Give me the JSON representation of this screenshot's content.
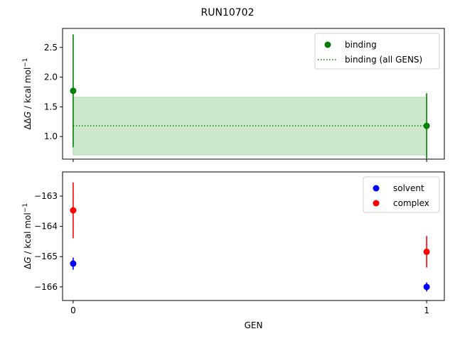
{
  "figure": {
    "title": "RUN10702"
  },
  "chart_data": [
    {
      "type": "scatter",
      "panel": "top",
      "ylabel_prefix": "ΔΔ",
      "ylabel_var": "G",
      "ylabel_unit": " / kcal mol",
      "ylabel_exp": "−1",
      "x": [
        0,
        1
      ],
      "xlim": [
        -0.03,
        1.05
      ],
      "ylim": [
        0.62,
        2.82
      ],
      "yticks": [
        1.0,
        1.5,
        2.0,
        2.5
      ],
      "ytick_labels": [
        "1.0",
        "1.5",
        "2.0",
        "2.5"
      ],
      "xticks_labeled": false,
      "series": [
        {
          "name": "binding",
          "kind": "points",
          "color": "#008000",
          "values": [
            1.77,
            1.18
          ],
          "errors": [
            0.95,
            0.55
          ]
        },
        {
          "name": "binding (all GENS)",
          "kind": "dotted-line-band",
          "color": "#008000",
          "band_color": "#cce8cc",
          "value": 1.18,
          "band": [
            0.69,
            1.66
          ]
        }
      ],
      "legend": "top-right"
    },
    {
      "type": "scatter",
      "panel": "bottom",
      "ylabel_prefix": "Δ",
      "ylabel_var": "G",
      "ylabel_unit": " / kcal mol",
      "ylabel_exp": "−1",
      "xlabel": "GEN",
      "x": [
        0,
        1
      ],
      "xlim": [
        -0.03,
        1.05
      ],
      "ylim": [
        -166.45,
        -162.2
      ],
      "yticks": [
        -163,
        -164,
        -165,
        -166
      ],
      "ytick_labels": [
        "−163",
        "−164",
        "−165",
        "−166"
      ],
      "xticks": [
        0,
        1
      ],
      "xtick_labels": [
        "0",
        "1"
      ],
      "series": [
        {
          "name": "solvent",
          "kind": "points",
          "color": "#0000ff",
          "values": [
            -165.23,
            -166.0
          ],
          "errors": [
            0.2,
            0.15
          ]
        },
        {
          "name": "complex",
          "kind": "points",
          "color": "#ff0000",
          "values": [
            -163.47,
            -164.84
          ],
          "errors": [
            0.92,
            0.52
          ]
        }
      ],
      "legend": "top-right"
    }
  ]
}
